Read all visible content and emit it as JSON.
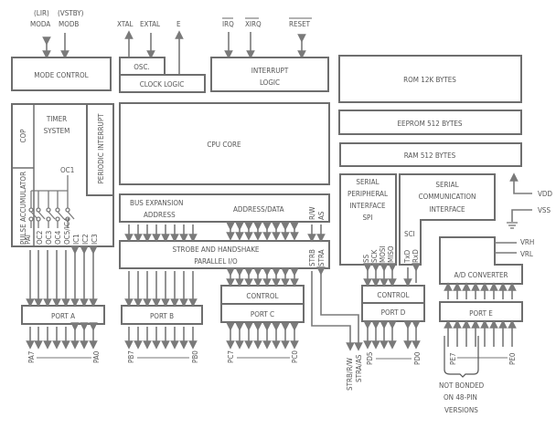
{
  "title": "MC68HC11 Block Diagram",
  "mode": {
    "pins": [
      {
        "alt": "(LIR)",
        "name": "MODA"
      },
      {
        "alt": "(VSTBY)",
        "name": "MODB"
      }
    ],
    "block": "MODE CONTROL"
  },
  "clock": {
    "pins": [
      "XTAL",
      "EXTAL",
      "E"
    ],
    "osc": "OSC.",
    "logic": "CLOCK LOGIC"
  },
  "interrupt": {
    "pins": [
      "IRQ",
      "XIRQ",
      "RESET"
    ],
    "line1": "INTERRUPT",
    "line2": "LOGIC"
  },
  "memory": {
    "rom": "ROM 12K BYTES",
    "eeprom": "EEPROM 512 BYTES",
    "ram": "RAM 512 BYTES"
  },
  "timer": {
    "cop": "COP",
    "title1": "TIMER",
    "title2": "SYSTEM",
    "periodic": "PERIODIC INTERRUPT",
    "pulse": "PULSE ACCUMULATOR",
    "oc1": "OC1",
    "signals": [
      "PAI",
      "OC2",
      "OC3",
      "OC4",
      "OC5/IC4",
      "IC1",
      "IC2",
      "IC3"
    ]
  },
  "cpu": {
    "label": "CPU CORE"
  },
  "bus": {
    "expansion1": "BUS EXPANSION",
    "expansion2": "ADDRESS",
    "addrdata": "ADDRESS/DATA",
    "rw": "R/W",
    "as": "AS"
  },
  "strobe": {
    "line1": "STROBE AND HANDSHAKE",
    "line2": "PARALLEL I/O",
    "strb": "STRB",
    "stra": "STRA"
  },
  "ports": {
    "a": {
      "label": "PORT A",
      "first": "PA7",
      "last": "PA0"
    },
    "b": {
      "label": "PORT B",
      "first": "PB7",
      "last": "PB0"
    },
    "c": {
      "label": "PORT C",
      "control": "CONTROL",
      "first": "PC7",
      "last": "PC0"
    },
    "d": {
      "label": "PORT D",
      "control": "CONTROL",
      "first": "PD5",
      "last": "PD0"
    },
    "e": {
      "label": "PORT E",
      "first": "PE7",
      "last": "PE0"
    }
  },
  "strobe_pins": {
    "strb": "STRB/R/W",
    "stra": "STRA/AS"
  },
  "spi": {
    "l1": "SERIAL",
    "l2": "PERIPHERAL",
    "l3": "INTERFACE",
    "l4": "SPI",
    "signals": [
      "SS",
      "SCK",
      "MOSI",
      "MISO"
    ]
  },
  "sci": {
    "l1": "SERIAL",
    "l2": "COMMUNICATION",
    "l3": "INTERFACE",
    "tag": "SCI",
    "signals": [
      "TxD",
      "RxD"
    ]
  },
  "power": {
    "vdd": "VDD",
    "vss": "VSS"
  },
  "adc": {
    "label": "A/D CONVERTER",
    "vrh": "VRH",
    "vrl": "VRL"
  },
  "note": {
    "l1": "NOT BONDED",
    "l2": "ON 48-PIN",
    "l3": "VERSIONS"
  }
}
